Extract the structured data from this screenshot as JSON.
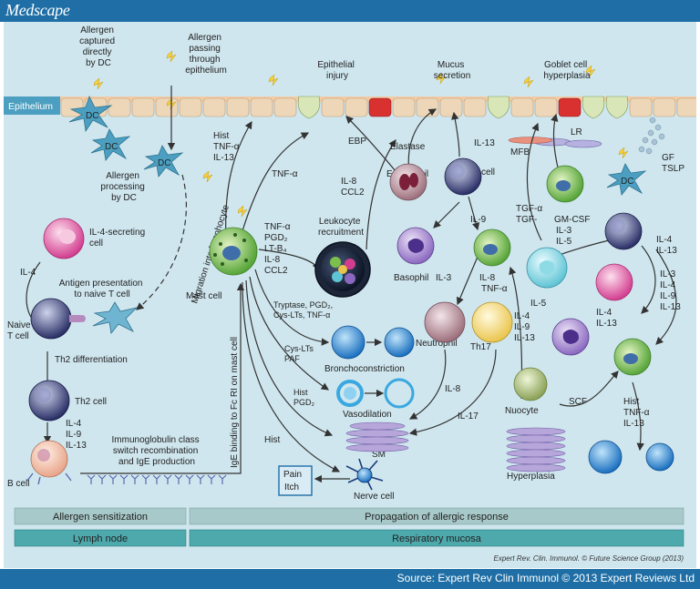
{
  "header": {
    "brand": "Medscape"
  },
  "footer": {
    "source": "Source: Expert Rev Clin Immunol © 2013 Expert Reviews Ltd"
  },
  "credit": "Expert Rev. Clin. Immunol. © Future Science Group (2013)",
  "colors": {
    "frame_blue": "#1f6fa6",
    "panel": "#cfe6ee",
    "epithelium": "#eed7b8",
    "goblet": "#d9e7b8",
    "injured": "#d8312f",
    "mast": "#7bbf4d",
    "dc": "#4c9fc0"
  },
  "panel_labels": {
    "left_top": "Allergen sensitization",
    "left_bottom": "Lymph node",
    "right_top": "Propagation of allergic response",
    "right_bottom": "Respiratory mucosa"
  },
  "labels": {
    "epithelium": "Epithelium",
    "dc": "DC",
    "allergen_captured": [
      "Allergen",
      "captured",
      "directly",
      "by DC"
    ],
    "allergen_passing": [
      "Allergen",
      "passing",
      "through",
      "epithelium"
    ],
    "allergen_processing": [
      "Allergen",
      "processing",
      "by DC"
    ],
    "epithelial_injury": [
      "Epithelial",
      "injury"
    ],
    "mucus_secretion": [
      "Mucus",
      "secretion"
    ],
    "goblet_hyperplasia": [
      "Goblet cell",
      "hyperplasia"
    ],
    "lr": "LR",
    "mfb": "MFB",
    "gf": "GF",
    "tslp": "TSLP",
    "ebp": "EBP",
    "elastase": "Elastase",
    "il13_top": "IL-13",
    "il8_ccl2": [
      "IL-8",
      "CCL2"
    ],
    "eosinophil": "Eosinophil",
    "th2_cell": "Th2 cell",
    "hist_tnf_il13": [
      "Hist",
      "TNF-α",
      "IL-13"
    ],
    "tnf_alpha": "TNF-α",
    "mast_mediators": [
      "TNF-α",
      "PGD₂",
      "LT-B₄",
      "IL-8",
      "CCL2"
    ],
    "mast_cell": "Mast cell",
    "leukocyte_recruitment": [
      "Leukocyte",
      "recruitment"
    ],
    "il4_secreting": [
      "IL-4-secreting",
      "cell"
    ],
    "il4": "IL-4",
    "antigen_presentation": [
      "Antigen presentation",
      "to naive T cell"
    ],
    "migration": "Migration into lymphocyte",
    "naive_t": [
      "Naive",
      "T cell"
    ],
    "th2_diff": "Th2 differentiation",
    "th2_cell_left": "Th2 cell",
    "th2_cytokines": [
      "IL-4",
      "IL-9",
      "IL-13"
    ],
    "ig_switch": [
      "Immunoglobulin class",
      "switch recombination",
      "and IgE production"
    ],
    "b_cell": "B cell",
    "ige_binding": "IgE binding to Fc RI on mast cell",
    "tryptase": [
      "Tryptase, PGD₂,",
      "Cys-LTs, TNF-α"
    ],
    "cys_paf": [
      "Cys-LTs",
      "PAF"
    ],
    "bronchoconstriction": "Bronchoconstriction",
    "hist_pgd2": [
      "Hist",
      "PGD₂"
    ],
    "vasodilation": "Vasodilation",
    "hist": "Hist",
    "sm": "SM",
    "pain_itch": [
      "Pain",
      "Itch"
    ],
    "nerve_cell": "Nerve cell",
    "il9": "IL-9",
    "il3": "IL-3",
    "il8_mid": "IL-8",
    "tnf_mid": "TNF-α",
    "basophil": "Basophil",
    "neutrophil": "Neutrophil",
    "th17": "Th17",
    "th17_cytokines": [
      "IL-4",
      "IL-9",
      "IL-13"
    ],
    "il8_lower": "IL-8",
    "il17": "IL-17",
    "nuocyte": "Nuocyte",
    "hyperplasia": "Hyperplasia",
    "tgf": [
      "TGF-α",
      "TGF-"
    ],
    "gm_csf": [
      "GM-CSF",
      "IL-3",
      "IL-5"
    ],
    "il5": "IL-5",
    "il4_il13_right": [
      "IL-4",
      "IL-13"
    ],
    "il_list_right": [
      "IL-3",
      "IL-4",
      "IL-9",
      "IL-13"
    ],
    "il4_il13_lower": [
      "IL-4",
      "IL-13"
    ],
    "scf": "SCF",
    "hist_right": [
      "Hist",
      "TNF-α",
      "IL-13"
    ]
  }
}
